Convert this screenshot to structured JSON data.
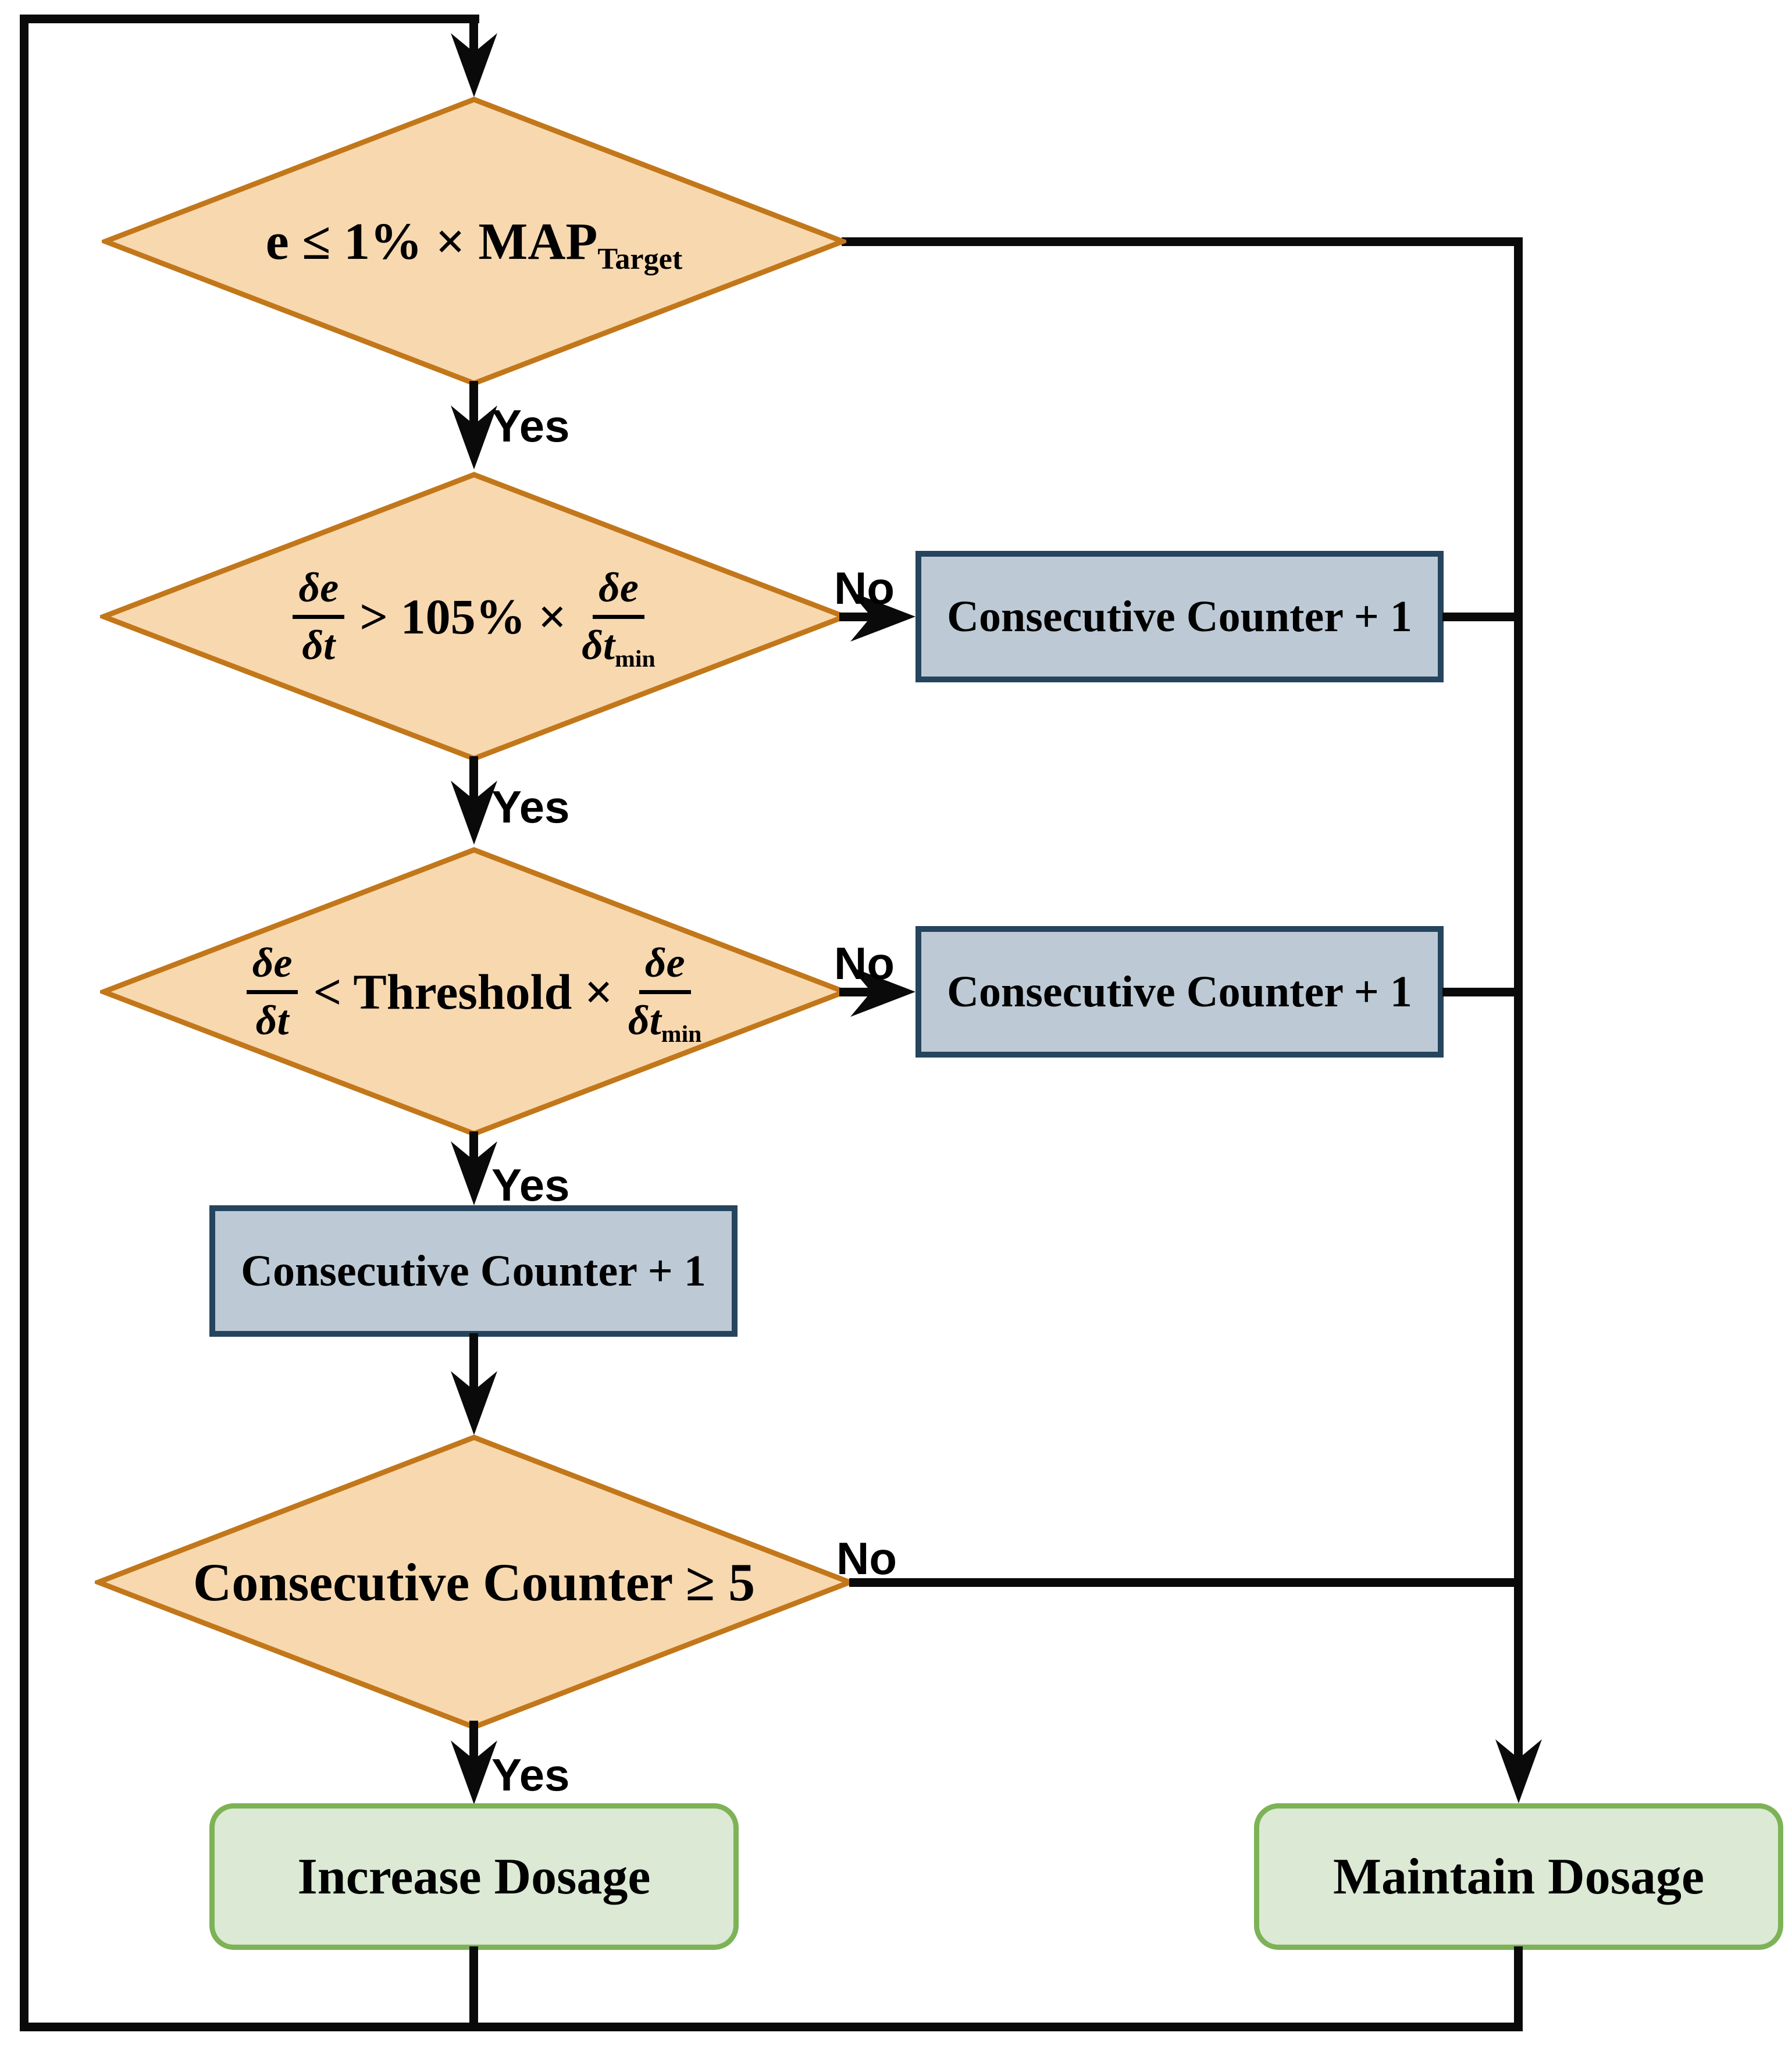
{
  "nodes": {
    "decision_map_error": {
      "text_main": "e ≤ 1% × MAP",
      "text_sub": "Target"
    },
    "decision_slope_high": {
      "frac1_num": "δe",
      "frac1_den": "δt",
      "operator": "> 105% ×",
      "frac2_num": "δe",
      "frac2_den": "δt",
      "frac2_sub": "min"
    },
    "decision_slope_low": {
      "frac1_num": "δe",
      "frac1_den": "δt",
      "operator": "< Threshold ×",
      "frac2_num": "δe",
      "frac2_den": "δt",
      "frac2_sub": "min"
    },
    "decision_counter": {
      "text": "Consecutive Counter ≥ 5"
    },
    "counter_box_top": {
      "label": "Consecutive Counter + 1"
    },
    "counter_box_mid": {
      "label": "Consecutive Counter + 1"
    },
    "counter_box_main": {
      "label": "Consecutive Counter + 1"
    },
    "increase_dosage": {
      "label": "Increase Dosage"
    },
    "maintain_dosage": {
      "label": "Maintain Dosage"
    }
  },
  "edge_labels": {
    "yes_1": "Yes",
    "yes_2": "Yes",
    "yes_3": "Yes",
    "yes_4": "Yes",
    "no_1": "No",
    "no_2": "No",
    "no_3": "No"
  },
  "colors": {
    "decision_fill": "#F8D8AF",
    "decision_border": "#C2771A",
    "counter_fill": "#BDCAD5",
    "counter_border": "#25445E",
    "action_fill": "#DBE9D5",
    "action_border": "#7DB356",
    "connector": "#0A0A0A",
    "text_color": "#000000"
  }
}
